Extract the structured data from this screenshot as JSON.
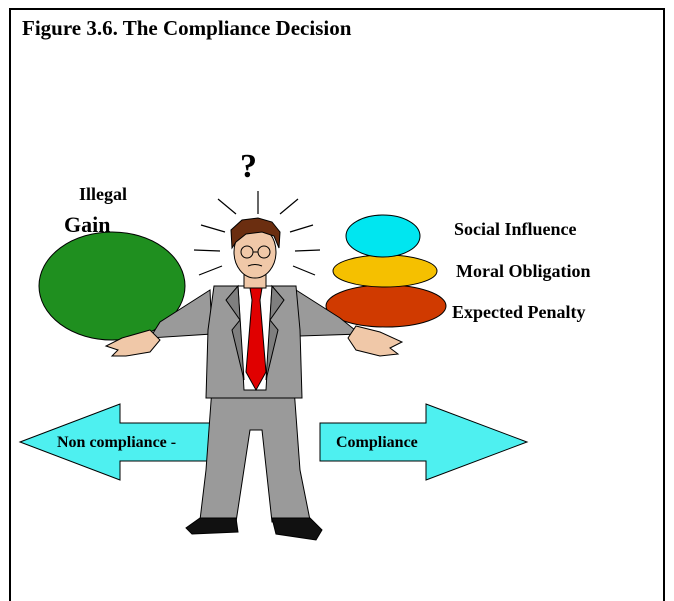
{
  "figure": {
    "title": "Figure 3.6. The Compliance Decision",
    "question_mark": "?",
    "left_side": {
      "label_line1": "Illegal",
      "label_line2": "Gain"
    },
    "right_side": {
      "social": "Social Influence",
      "moral": "Moral Obligation",
      "penalty": "Expected Penalty"
    },
    "arrows": {
      "left": "Non compliance -",
      "right": "Compliance"
    }
  },
  "colors": {
    "gain": "#1f8f1f",
    "social": "#00e6f0",
    "moral": "#f5c000",
    "penalty": "#d03a00",
    "arrow": "#4ef0f0",
    "suit": "#9a9a9a",
    "tie": "#e00000"
  }
}
